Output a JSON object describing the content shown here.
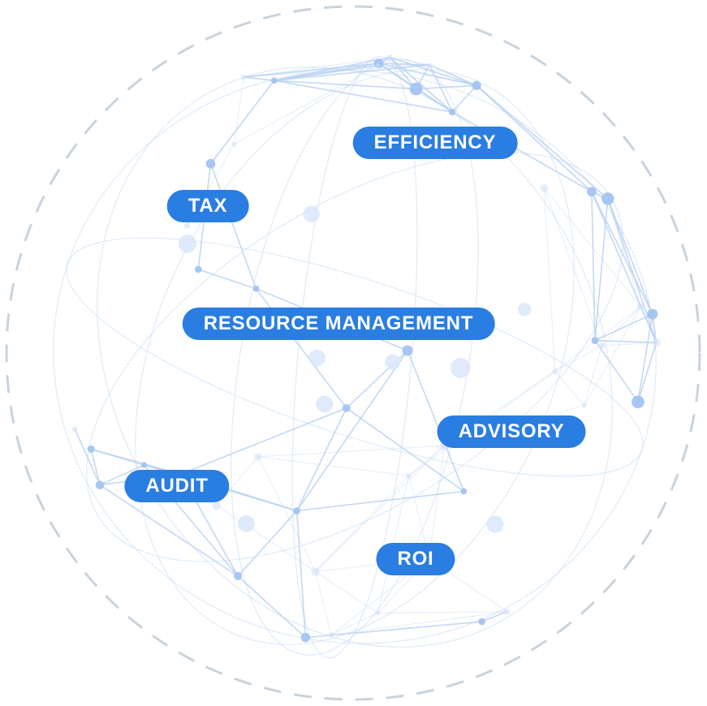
{
  "diagram": {
    "title": "network-globe-concept",
    "labels": [
      {
        "id": "efficiency",
        "text": "EFFICIENCY"
      },
      {
        "id": "tax",
        "text": "TAX"
      },
      {
        "id": "resource-management",
        "text": "RESOURCE MANAGEMENT"
      },
      {
        "id": "advisory",
        "text": "ADVISORY"
      },
      {
        "id": "audit",
        "text": "AUDIT"
      },
      {
        "id": "roi",
        "text": "ROI"
      }
    ],
    "colors": {
      "pill": "#2a7de1",
      "pill_text": "#ffffff",
      "network_line": "#b9d2f2",
      "node_front": "#a3c4f1",
      "node_back": "#d0e0f8",
      "blob": "#d9e6fa",
      "dashed_ring": "#c9d3dc"
    }
  }
}
